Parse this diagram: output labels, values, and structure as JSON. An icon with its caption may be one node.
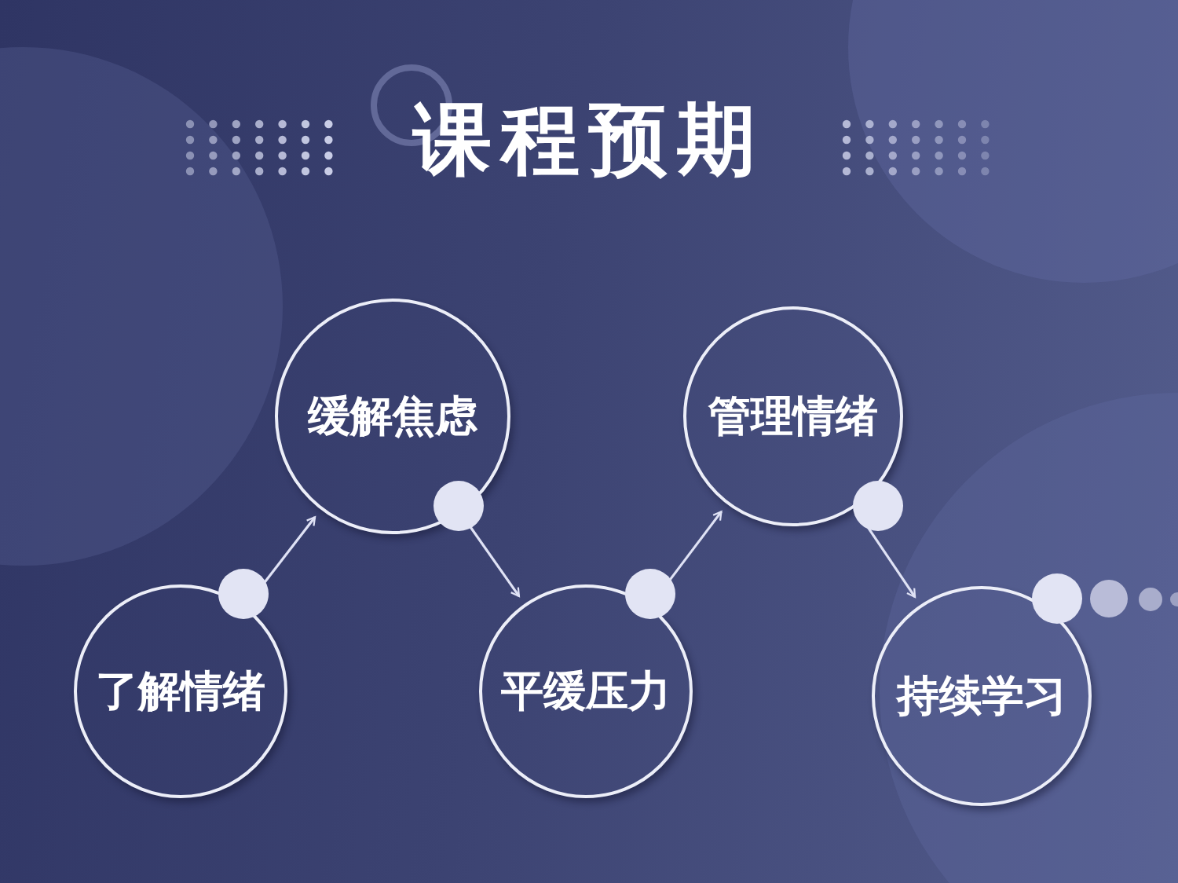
{
  "diagram": {
    "title": "课程预期",
    "nodes": [
      {
        "text": [
          "了解情绪"
        ]
      },
      {
        "text": [
          "缓解焦虑"
        ]
      },
      {
        "text": [
          "平缓压力"
        ]
      },
      {
        "text": [
          "管理情绪"
        ]
      },
      {
        "text": [
          "持续学习"
        ]
      }
    ],
    "edges": [
      {
        "from": 0,
        "to": 1,
        "arrow": "to"
      },
      {
        "from": 1,
        "to": 2,
        "arrow": "to"
      },
      {
        "from": 2,
        "to": 3,
        "arrow": "to"
      },
      {
        "from": 3,
        "to": 4,
        "arrow": "to"
      }
    ]
  }
}
